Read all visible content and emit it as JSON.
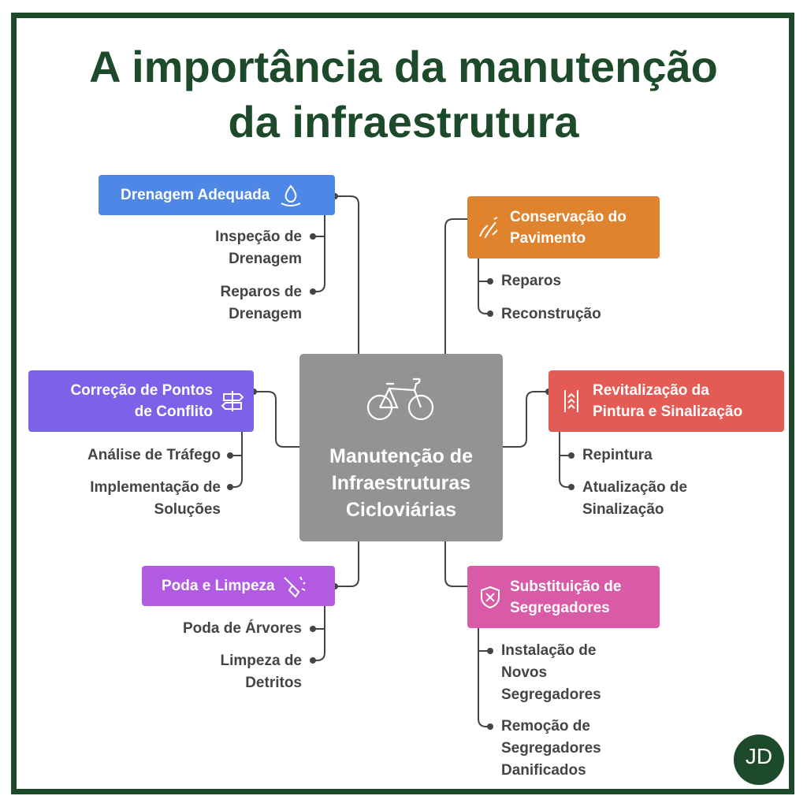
{
  "title": {
    "line1": "A importância da manutenção",
    "line2": "da infraestrutura"
  },
  "center": {
    "line1": "Manutenção de",
    "line2": "Infraestruturas",
    "line3": "Cicloviárias",
    "icon": "bicycle-icon"
  },
  "branches": [
    {
      "label": "Drenagem Adequada",
      "color": "#4f87e6",
      "icon": "water-drop-icon",
      "items": [
        [
          "Inspeção de",
          "Drenagem"
        ],
        [
          "Reparos de",
          "Drenagem"
        ]
      ]
    },
    {
      "label": [
        "Conservação do",
        "Pavimento"
      ],
      "color": "#e0832f",
      "icon": "road-repair-icon",
      "items": [
        "Reparos",
        "Reconstrução"
      ]
    },
    {
      "label": [
        "Correção de Pontos",
        "de Conflito"
      ],
      "color": "#7b62e8",
      "icon": "signpost-icon",
      "items": [
        "Análise de Tráfego",
        [
          "Implementação de",
          "Soluções"
        ]
      ]
    },
    {
      "label": [
        "Revitalização da",
        "Pintura e Sinalização"
      ],
      "color": "#e45a55",
      "icon": "lane-marking-icon",
      "items": [
        "Repintura",
        [
          "Atualização de",
          "Sinalização"
        ]
      ]
    },
    {
      "label": "Poda e Limpeza",
      "color": "#b25ae2",
      "icon": "broom-icon",
      "items": [
        "Poda de Árvores",
        [
          "Limpeza de",
          "Detritos"
        ]
      ]
    },
    {
      "label": [
        "Substituição de",
        "Segregadores"
      ],
      "color": "#d95aa7",
      "icon": "shield-x-icon",
      "items": [
        [
          "Instalação de",
          "Novos",
          "Segregadores"
        ],
        [
          "Remoção de",
          "Segregadores",
          "Danificados"
        ]
      ]
    }
  ],
  "logo": {
    "text": "JD"
  }
}
